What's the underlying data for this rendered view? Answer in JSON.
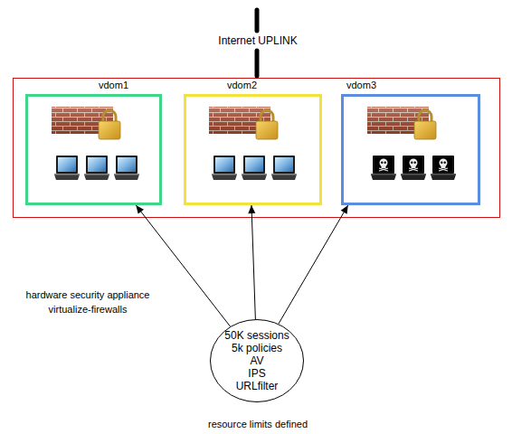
{
  "diagram": {
    "nodes": [
      {
        "text": []
      },
      {
        "text": [
          "vdom1"
        ],
        "in": 0
      },
      {
        "text": [
          "vdom2"
        ],
        "in": 0
      },
      {
        "text": [
          "vdom3"
        ],
        "in": 0
      },
      {
        "text": [
          "50K sessions",
          "5k policies",
          "AV",
          "IPS",
          "URLfilter"
        ]
      }
    ],
    "edges": [
      {
        "from": 4,
        "to": 1,
        "arrow": "to"
      },
      {
        "from": 4,
        "to": 2,
        "arrow": "to"
      },
      {
        "from": 4,
        "to": 3,
        "arrow": "to"
      }
    ],
    "labels": [
      "Internet UPLINK",
      "hardware security appliance virtualize-firewalls",
      "resource limits defined"
    ]
  }
}
